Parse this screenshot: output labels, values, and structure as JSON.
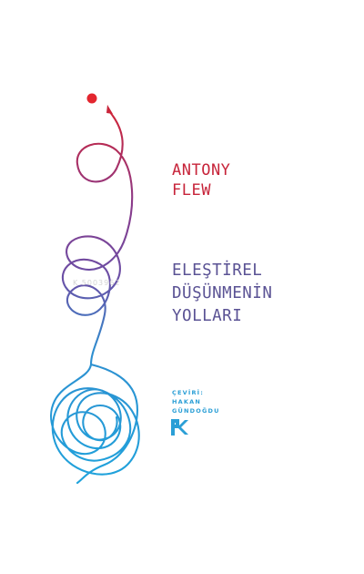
{
  "author": {
    "first": "ANTONY",
    "last": "FLEW"
  },
  "title": {
    "lines": [
      "ELEŞTİREL",
      "DÜŞÜNMENİN",
      "YOLLARI"
    ]
  },
  "translator": {
    "label": "ÇEVİRİ:",
    "first": "HAKAN",
    "last": "GÜNDOĞDU"
  },
  "watermark": "K 5003962",
  "colors": {
    "author": "#c7243a",
    "title": "#5a5294",
    "translator": "#2b9fd6",
    "dot": "#e3262f"
  },
  "icons": [
    "red-dot-icon",
    "arrowhead-icon",
    "publisher-logo-icon"
  ]
}
